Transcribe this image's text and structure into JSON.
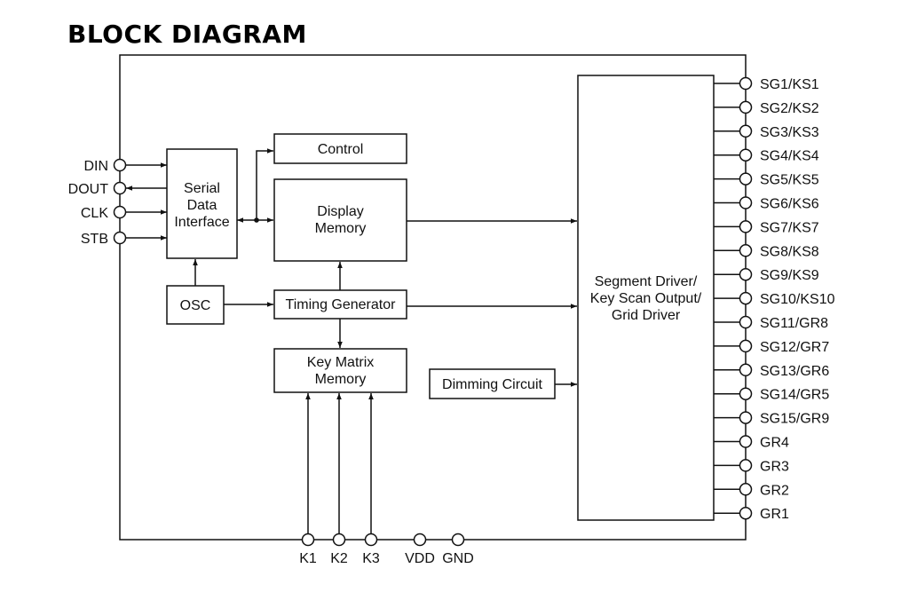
{
  "title": "BLOCK DIAGRAM",
  "blocks": {
    "control": "Control",
    "serial": [
      "Serial",
      "Data",
      "Interface"
    ],
    "display": [
      "Display",
      "Memory"
    ],
    "osc": "OSC",
    "timing": "Timing Generator",
    "keymatrix": [
      "Key Matrix",
      "Memory"
    ],
    "dimming": "Dimming Circuit",
    "segment": [
      "Segment Driver/",
      "Key Scan Output/",
      "Grid Driver"
    ]
  },
  "left_pins": [
    "DIN",
    "DOUT",
    "CLK",
    "STB"
  ],
  "bottom_pins": [
    "K1",
    "K2",
    "K3",
    "VDD",
    "GND"
  ],
  "right_pins": [
    "SG1/KS1",
    "SG2/KS2",
    "SG3/KS3",
    "SG4/KS4",
    "SG5/KS5",
    "SG6/KS6",
    "SG7/KS7",
    "SG8/KS8",
    "SG9/KS9",
    "SG10/KS10",
    "SG11/GR8",
    "SG12/GR7",
    "SG13/GR6",
    "SG14/GR5",
    "SG15/GR9",
    "GR4",
    "GR3",
    "GR2",
    "GR1"
  ]
}
